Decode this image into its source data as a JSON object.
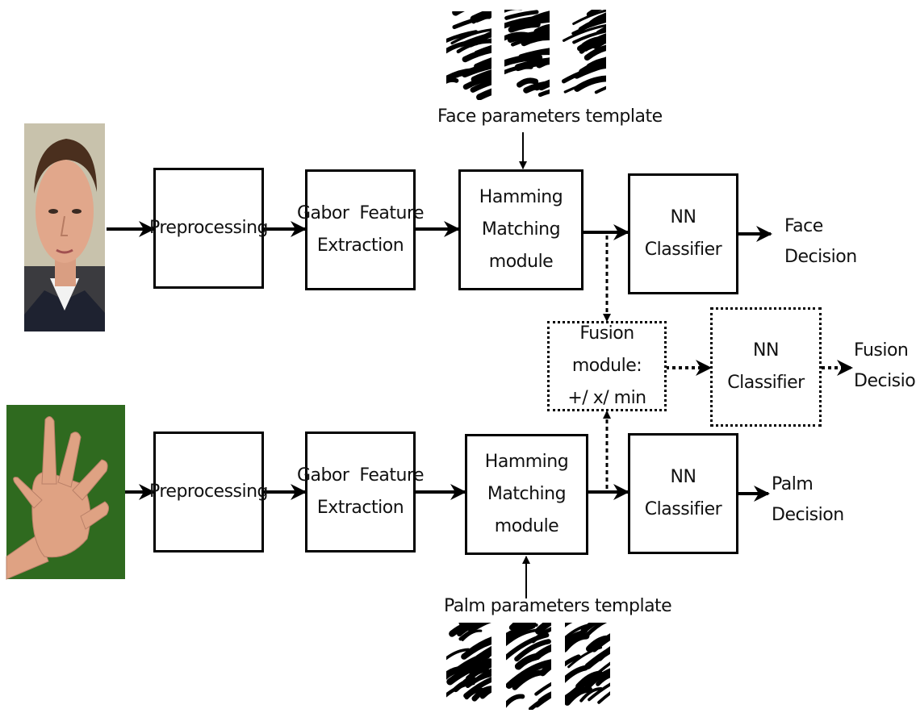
{
  "face_row": {
    "preprocessing": "Preprocessing",
    "gabor": [
      "Gabor  Feature",
      "Extraction"
    ],
    "hamming": [
      "Hamming",
      "Matching module"
    ],
    "nn": "NN Classifier",
    "decision": [
      "Face",
      "Decision"
    ],
    "template_label": "Face parameters template"
  },
  "palm_row": {
    "preprocessing": "Preprocessing",
    "gabor": [
      "Gabor  Feature",
      "Extraction"
    ],
    "hamming": [
      "Hamming",
      "Matching module"
    ],
    "nn": "NN Classifier",
    "decision": [
      "Palm",
      "Decision"
    ],
    "template_label": "Palm parameters template"
  },
  "fusion": {
    "module": [
      "Fusion module:",
      "+/ x/ min"
    ],
    "nn": "NN Classifier",
    "decision": [
      "Fusion",
      "Decision"
    ]
  },
  "colors": {
    "line": "#000000",
    "face_bg": "#c9c2ad",
    "skin": "#e2a78a",
    "palm_bg": "#2f6b1f",
    "hand": "#e0a483"
  }
}
